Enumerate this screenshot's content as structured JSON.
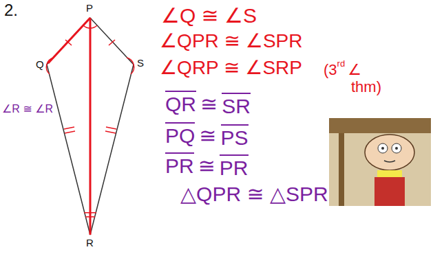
{
  "diagram": {
    "labels": [
      "2.",
      "P",
      "Q",
      "S",
      "R",
      "∠Q ≅ ∠S",
      "∠QPR ≅ ∠SPR",
      "∠QRP ≅ ∠SRP",
      "(3",
      "rd",
      "∠",
      "thm)",
      "∠R ≅ ∠R",
      "QR",
      "≅",
      "SR",
      "PQ",
      "≅",
      "PS",
      "PR",
      "≅",
      "PR",
      "△QPR ≅ △SPR"
    ]
  }
}
